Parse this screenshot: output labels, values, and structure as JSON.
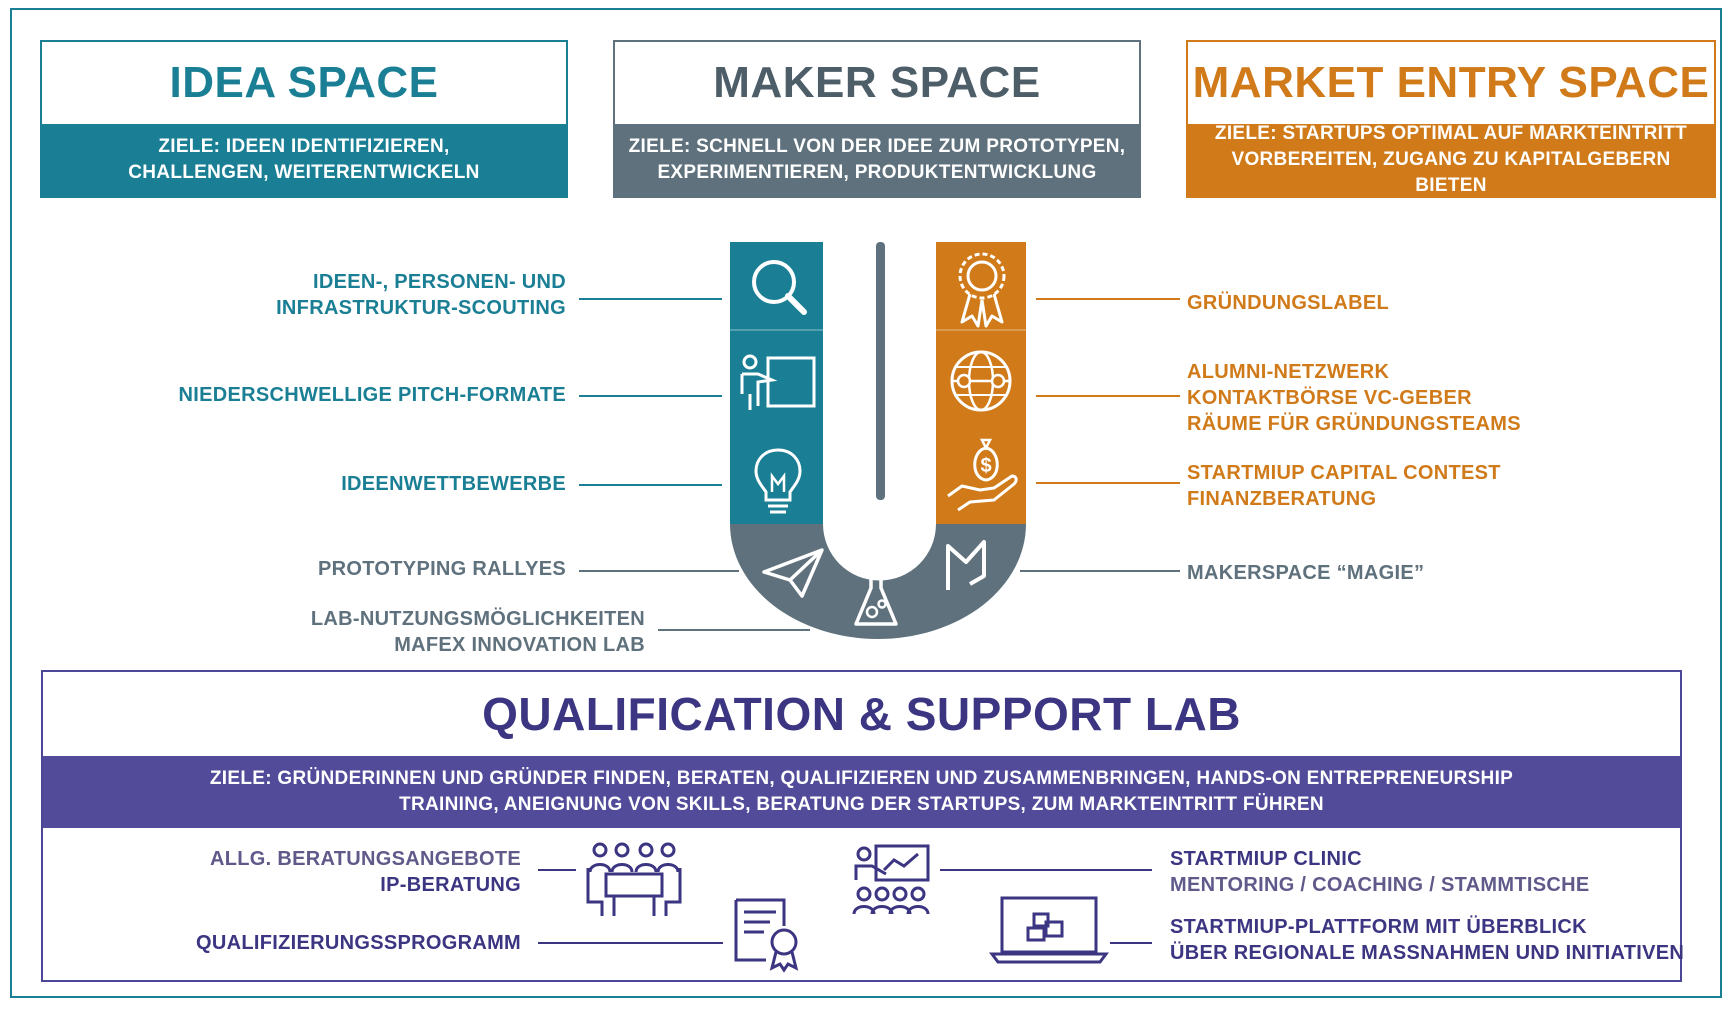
{
  "colors": {
    "teal": "#1a7f94",
    "slate": "#5f717c",
    "orange": "#d07a19",
    "purple": "#514b9a",
    "navy": "#3b3582"
  },
  "spaces": {
    "idea": {
      "title": "IDEA SPACE",
      "goal_line1": "ZIELE: IDEEN IDENTIFIZIEREN,",
      "goal_line2": "CHALLENGEN, WEITERENTWICKELN"
    },
    "maker": {
      "title": "MAKER SPACE",
      "goal_line1": "ZIELE: SCHNELL VON DER IDEE ZUM PROTOTYPEN,",
      "goal_line2": "EXPERIMENTIEREN, PRODUKTENTWICKLUNG"
    },
    "market": {
      "title": "MARKET ENTRY SPACE",
      "goal_line1": "ZIELE: STARTUPS OPTIMAL AUF MARKTEINTRITT",
      "goal_line2": "VORBEREITEN, ZUGANG ZU KAPITALGEBERN BIETEN"
    }
  },
  "left_items": {
    "scouting_line1": "IDEEN-, PERSONEN- UND",
    "scouting_line2": "INFRASTRUKTUR-SCOUTING",
    "pitch": "NIEDERSCHWELLIGE PITCH-FORMATE",
    "contests": "IDEENWETTBEWERBE",
    "rallyes": "PROTOTYPING RALLYES",
    "lab_line1": "LAB-NUTZUNGSMÖGLICHKEITEN",
    "lab_line2": "MAFEX INNOVATION LAB"
  },
  "right_items": {
    "label": "GRÜNDUNGSLABEL",
    "alumni": "ALUMNI-NETZWERK",
    "vc": "KONTAKTBÖRSE VC-GEBER",
    "rooms": "RÄUME FÜR GRÜNDUNGSTEAMS",
    "capital": "STARTMIUP CAPITAL CONTEST",
    "finance": "FINANZBERATUNG",
    "magic": "MAKERSPACE “MAGIE”"
  },
  "qualification": {
    "title": "QUALIFICATION & SUPPORT LAB",
    "goal_line1": "ZIELE: GRÜNDERINNEN UND GRÜNDER FINDEN, BERATEN, QUALIFIZIEREN UND ZUSAMMENBRINGEN, HANDS-ON ENTREPRENEURSHIP",
    "goal_line2": "TRAINING, ANEIGNUNG VON SKILLS, BERATUNG DER STARTUPS, ZUM MARKTEINTRITT FÜHREN",
    "advice": "ALLG. BERATUNGSANGEBOTE",
    "ip": "IP-BERATUNG",
    "program": "QUALIFIZIERUNGSSPROGRAMM",
    "clinic": "STARTMIUP CLINIC",
    "mentoring": "MENTORING / COACHING / STAMMTISCHE",
    "platform_line1": "STARTMIUP-PLATTFORM MIT ÜBERBLICK",
    "platform_line2": "ÜBER REGIONALE MASSNAHMEN UND INITIATIVEN"
  },
  "icons": [
    "magnifier-icon",
    "presenter-icon",
    "lightbulb-icon",
    "paper-plane-icon",
    "flask-icon",
    "maker-logo-icon",
    "award-icon",
    "globe-network-icon",
    "money-hand-icon",
    "meeting-icon",
    "certificate-icon",
    "workshop-icon",
    "laptop-platform-icon"
  ]
}
